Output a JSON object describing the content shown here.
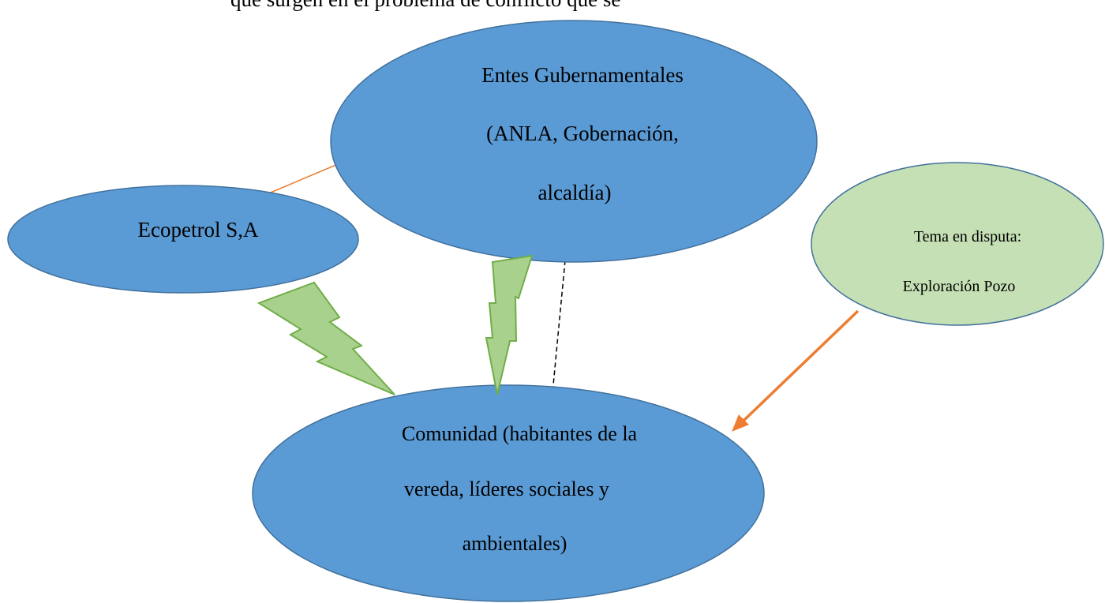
{
  "header_fragment": "que surgen en el problema de conflicto que se",
  "nodes": {
    "government": {
      "lines": [
        "Entes Gubernamentales",
        "(ANLA, Gobernación,",
        "alcaldía)"
      ],
      "fill": "#5b9bd5",
      "stroke": "#41719c"
    },
    "ecopetrol": {
      "lines": [
        "Ecopetrol S,A"
      ],
      "fill": "#5b9bd5",
      "stroke": "#41719c"
    },
    "community": {
      "lines": [
        "Comunidad (habitantes de la",
        "vereda, líderes sociales y",
        "ambientales)"
      ],
      "fill": "#5b9bd5",
      "stroke": "#41719c"
    },
    "topic": {
      "lines": [
        "Tema en disputa:",
        "Exploración Pozo"
      ],
      "fill": "#c5e0b4",
      "stroke": "#41719c"
    }
  },
  "connectors": {
    "alliance_color": "#ed7d31",
    "topic_arrow_color": "#ed7d31",
    "dashed_color": "#000000",
    "conflict_fill": "#a9d18e",
    "conflict_stroke": "#70ad47"
  }
}
